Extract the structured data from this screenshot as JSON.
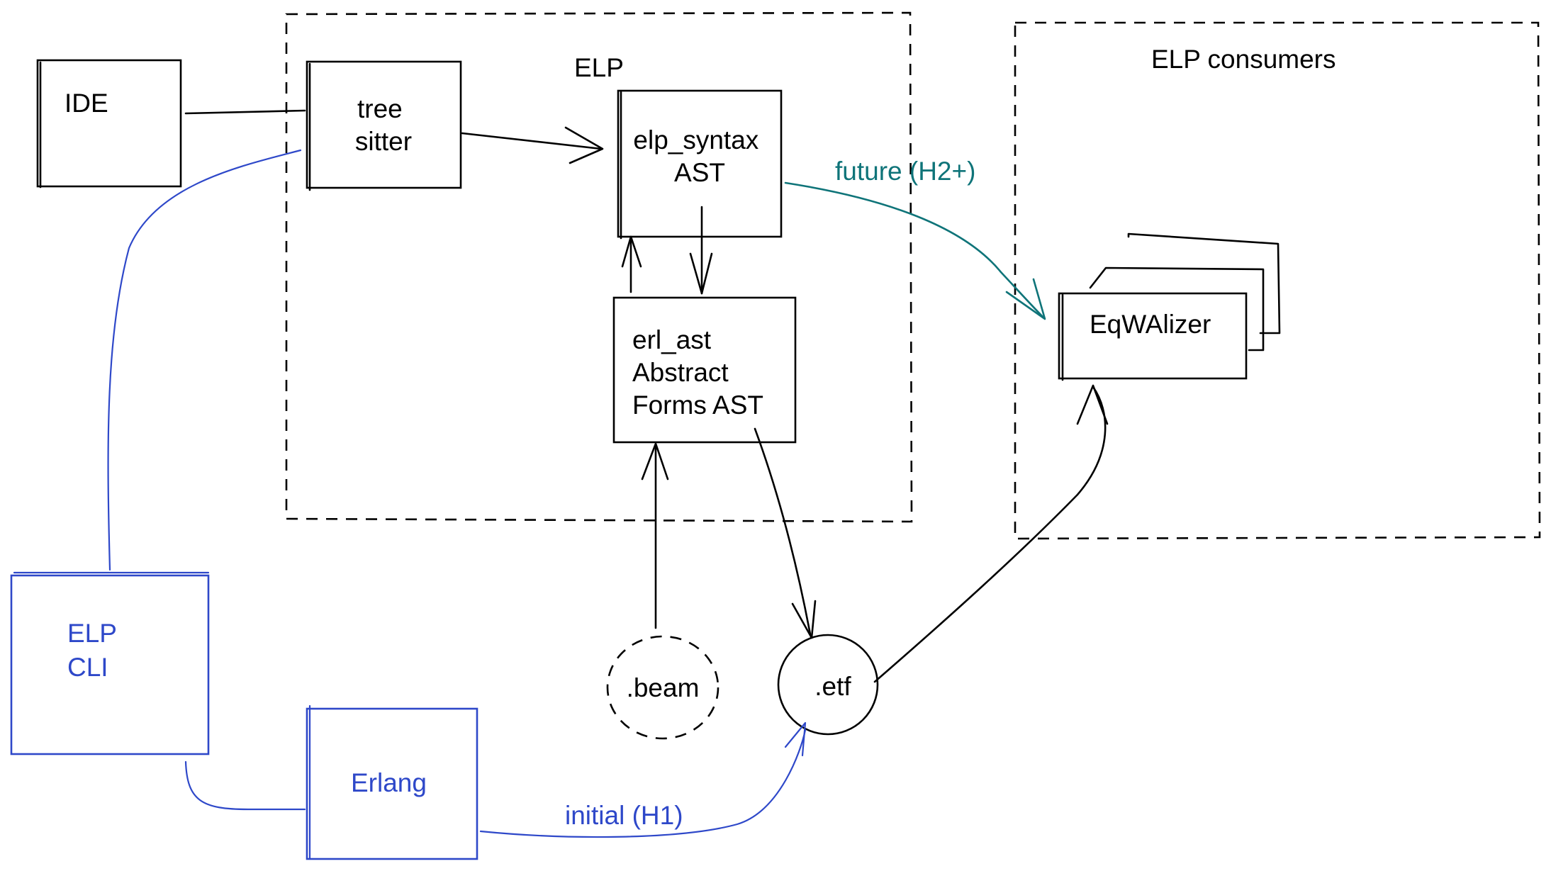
{
  "groups": {
    "elp": {
      "label": "ELP"
    },
    "consumers": {
      "label": "ELP consumers"
    }
  },
  "nodes": {
    "ide": {
      "label": "IDE"
    },
    "tree_sitter": {
      "lines": [
        "tree",
        "sitter"
      ]
    },
    "elp_syntax": {
      "lines": [
        "elp_syntax",
        "AST"
      ]
    },
    "erl_ast": {
      "lines": [
        "erl_ast",
        "Abstract",
        "Forms AST"
      ]
    },
    "eqwalizer": {
      "label": "EqWAlizer"
    },
    "elp_cli": {
      "lines": [
        "ELP",
        "CLI"
      ]
    },
    "erlang": {
      "label": "Erlang"
    },
    "beam": {
      "label": ".beam"
    },
    "etf": {
      "label": ".etf"
    }
  },
  "edges": {
    "future": {
      "label": "future (H2+)"
    },
    "initial": {
      "label": "initial (H1)"
    }
  },
  "colors": {
    "black": "#000000",
    "blue": "#2e48c9",
    "teal": "#0f7479"
  }
}
